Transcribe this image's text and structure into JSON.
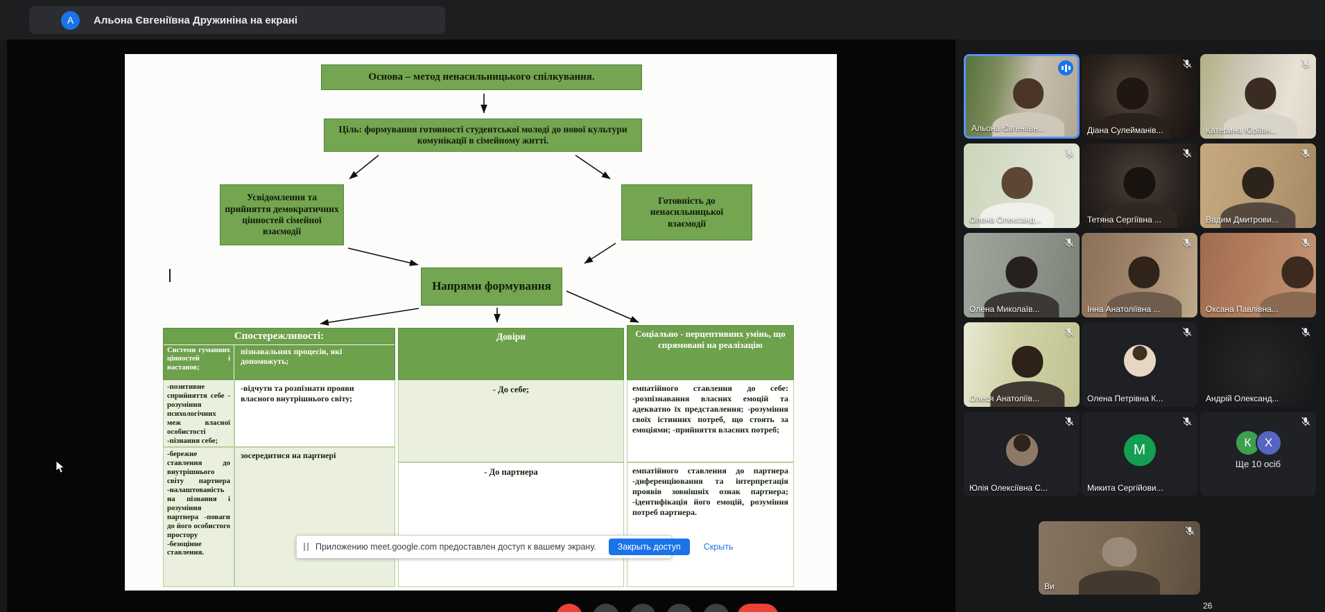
{
  "top_bar": {
    "presenter_banner": "Альона Євгеніївна Дружиніна на екрані",
    "avatar_letter": "A"
  },
  "slide": {
    "boxes": {
      "osnova": "Основа – метод ненасильницького спілкування.",
      "tsil": "Ціль: формування готовності студентської молоді до нової культури комунікації в сімейному житті.",
      "left": "Усвідомлення та прийняття демократичних цінностей сімейної взаємодії",
      "right": "Готовність до ненасильницької взаємодії",
      "napriamy": "Напрями формування"
    },
    "table": {
      "header_a_title": "Спостережливості:",
      "header_a_col1": "Системи гуманних цінностей і настанов;",
      "header_a_col2": "пізнавальних процесів, які допоможуть;",
      "header_b": "Довіри",
      "header_c": "Соціально - перцептивних умінь, що спрямовані на реалізацію",
      "col1_row1": "-позитивне сприйняття себе - розуміння психологічних меж власної особистості -пізнання себе;",
      "col1_row2": "-бережне ставлення до внутрішнього світу партнера -налаштованість на пізнання і розуміння партнера -поваги до його особистого простору -безоцінне ставлення.",
      "col2_row1": "-відчути та розпізнати прояви власного внутрішнього світу;",
      "col2_row2": "зосередитися на партнері",
      "col3_row1": "- До себе;",
      "col3_row2": "- До партнера",
      "col4_row1": "емпатійного ставлення до себе: -розпізнавання власних емоцій та адекватно їх представлення; -розуміння своїх істинних потреб, що стоять за емоціями; -прийняття власних потреб;",
      "col4_row2": "емпатійного ставлення до партнера -диференціювання та інтерпретація проявів зовнішніх ознак партнера; -ідентифікація його емоцій, розуміння потреб партнера."
    }
  },
  "notification": {
    "icon": "grip-icon",
    "message": "Приложению meet.google.com предоставлен доступ к вашему экрану.",
    "stop_button": "Закрыть доступ",
    "hide_link": "Скрыть"
  },
  "participants": [
    {
      "name": "Альона Євгеніївн...",
      "speaking": true,
      "indicator": "audio-level-icon"
    },
    {
      "name": "Діана Сулейманів...",
      "mic": "off"
    },
    {
      "name": "Катерина Юріївн...",
      "mic": "off"
    },
    {
      "name": "Олена Олександ...",
      "mic": "off"
    },
    {
      "name": "Тетяна Сергіївна ...",
      "mic": "off"
    },
    {
      "name": "Вадим Дмитрови...",
      "mic": "off"
    },
    {
      "name": "Олена Миколаїв...",
      "mic": "off"
    },
    {
      "name": "Інна Анатоліївна ...",
      "mic": "off"
    },
    {
      "name": "Оксана Павлівна...",
      "mic": "off"
    },
    {
      "name": "Олеся Анатоліїв...",
      "mic": "off"
    },
    {
      "name": "Олена Петрівна К...",
      "mic": "off"
    },
    {
      "name": "Андрій Олександ...",
      "mic": "off"
    },
    {
      "name": "Юлія Олексіївна С...",
      "mic": "off"
    },
    {
      "name": "Микита Сергійови...",
      "mic": "off",
      "avatar_letter": "М"
    }
  ],
  "more_tile": {
    "avatar1": "К",
    "avatar2": "Х",
    "label": "Ще 10 осіб",
    "mic": "off"
  },
  "self_tile": {
    "name": "Ви",
    "mic": "off"
  },
  "footer": {
    "participant_count": "26"
  },
  "colors": {
    "accent_blue": "#1a73e8",
    "speaking_border": "#5b93f5",
    "box_green": "#74a551",
    "header_green": "#6da14b",
    "table_light_green": "#eaf0dd",
    "danger_red": "#ea4335",
    "avatar_green": "#149e53",
    "avatar_indigo": "#5565c0"
  }
}
